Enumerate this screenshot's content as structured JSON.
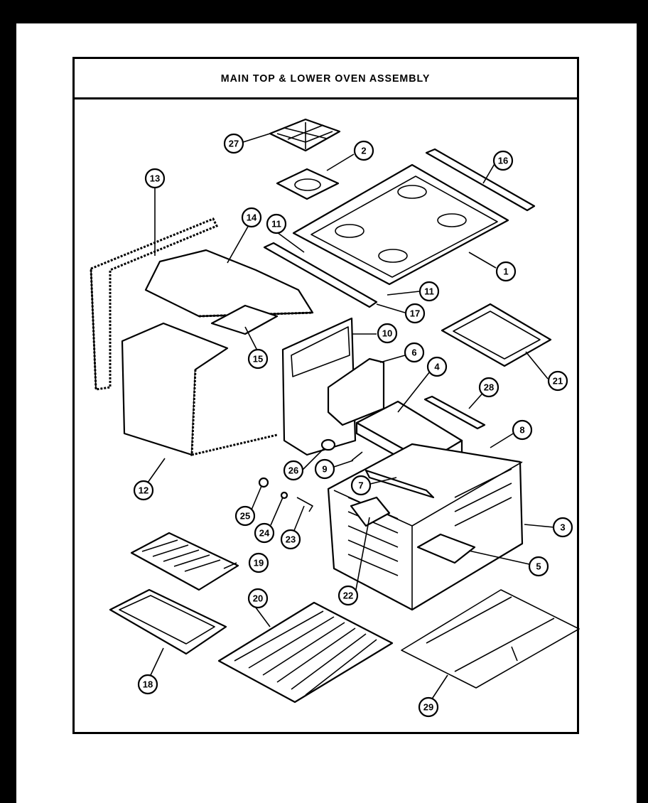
{
  "title": "MAIN TOP &  LOWER OVEN ASSEMBLY",
  "callouts": [
    "1",
    "2",
    "3",
    "4",
    "5",
    "6",
    "7",
    "8",
    "9",
    "10",
    "11",
    "11",
    "12",
    "13",
    "14",
    "15",
    "16",
    "17",
    "18",
    "19",
    "20",
    "21",
    "22",
    "23",
    "24",
    "25",
    "26",
    "27",
    "28",
    "29"
  ]
}
